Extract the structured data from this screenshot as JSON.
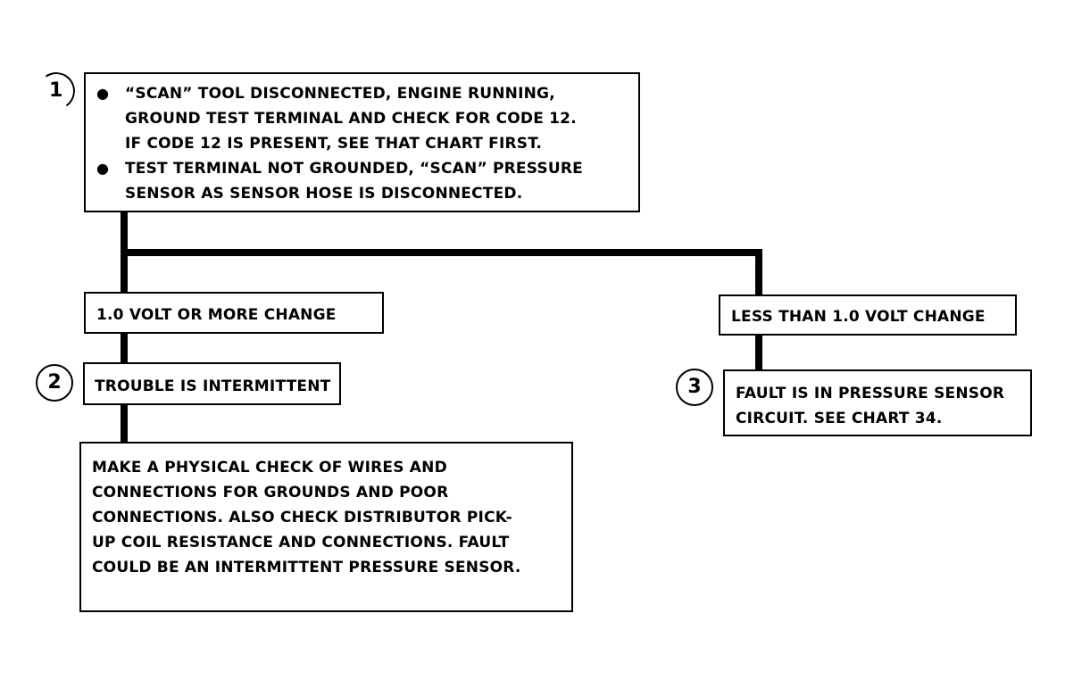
{
  "steps": {
    "step1": {
      "number": "1",
      "bullet": "●",
      "bullets": [
        {
          "lines": [
            "“SCAN” TOOL DISCONNECTED, ENGINE RUNNING,",
            "GROUND TEST TERMINAL AND CHECK FOR CODE 12.",
            "IF CODE 12 IS PRESENT, SEE THAT CHART FIRST."
          ]
        },
        {
          "lines": [
            "TEST TERMINAL NOT GROUNDED, “SCAN” PRESSURE",
            "SENSOR AS SENSOR HOSE IS DISCONNECTED."
          ]
        }
      ]
    },
    "branch_left": {
      "condition": "1.0 VOLT OR MORE CHANGE",
      "number": "2",
      "result": "TROUBLE IS INTERMITTENT",
      "action_lines": [
        "MAKE A PHYSICAL CHECK OF WIRES AND",
        "CONNECTIONS FOR GROUNDS AND POOR",
        "CONNECTIONS.  ALSO CHECK DISTRIBUTOR PICK-",
        "UP COIL RESISTANCE AND CONNECTIONS.  FAULT",
        "COULD BE AN INTERMITTENT PRESSURE SENSOR."
      ]
    },
    "branch_right": {
      "condition": "LESS THAN 1.0 VOLT CHANGE",
      "number": "3",
      "result_lines": [
        "FAULT IS IN PRESSURE SENSOR",
        "CIRCUIT.  SEE CHART 34."
      ]
    }
  }
}
